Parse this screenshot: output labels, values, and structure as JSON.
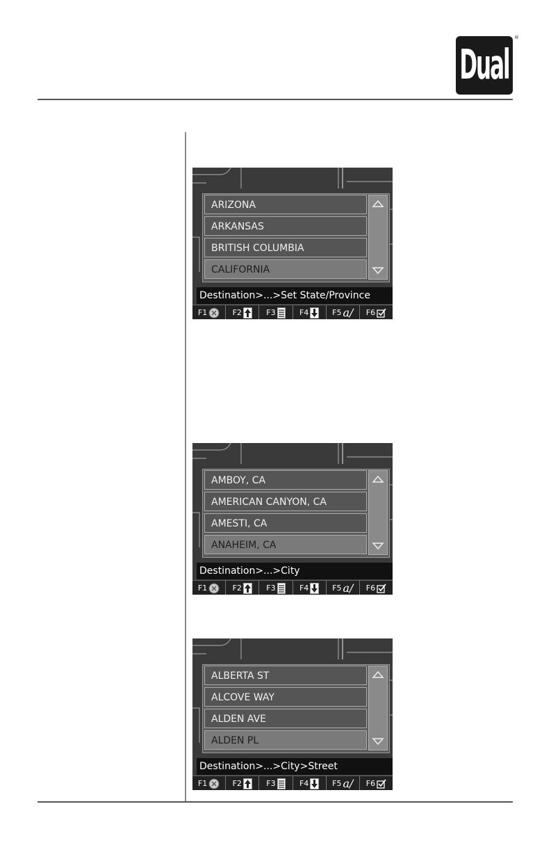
{
  "brand": {
    "logo_text": "Dual",
    "registered_mark": "®"
  },
  "fkeys": [
    {
      "label": "F1",
      "icon": "close-circle-icon"
    },
    {
      "label": "F2",
      "icon": "page-up-icon"
    },
    {
      "label": "F3",
      "icon": "list-icon"
    },
    {
      "label": "F4",
      "icon": "page-down-icon"
    },
    {
      "label": "F5",
      "icon": "alpha-keyboard-icon",
      "glyph": "a/"
    },
    {
      "label": "F6",
      "icon": "checkbox-icon"
    }
  ],
  "screens": [
    {
      "items": [
        "ARIZONA",
        "ARKANSAS",
        "BRITISH COLUMBIA",
        "CALIFORNIA"
      ],
      "breadcrumb": "Destination>...>Set State/Province"
    },
    {
      "items": [
        "AMBOY, CA",
        "AMERICAN CANYON, CA",
        "AMESTI, CA",
        "ANAHEIM, CA"
      ],
      "breadcrumb": "Destination>...>City"
    },
    {
      "items": [
        "ALBERTA ST",
        "ALCOVE WAY",
        "ALDEN AVE",
        "ALDEN PL"
      ],
      "breadcrumb": "Destination>...>City>Street"
    }
  ],
  "colors": {
    "logo_bg": "#1a1a1a",
    "screen_bg": "#3a3a3a",
    "selected_item": "#7a7a7a"
  }
}
